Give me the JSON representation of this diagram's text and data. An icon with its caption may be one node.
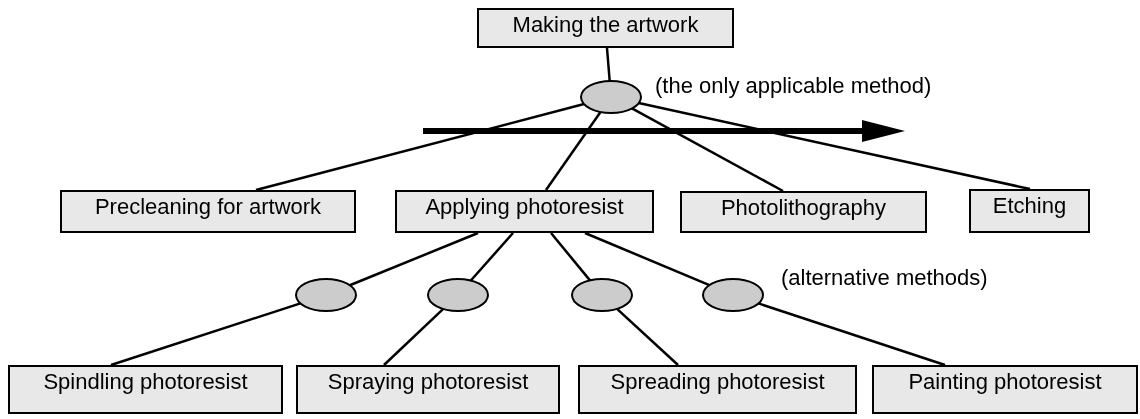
{
  "diagram": {
    "nodes": [
      {
        "text": [
          "Making the artwork"
        ]
      },
      {
        "text": [],
        "shape": "ellipse"
      },
      {
        "text": [
          "Precleaning for artwork"
        ]
      },
      {
        "text": [
          "Applying photoresist"
        ]
      },
      {
        "text": [
          "Photolithography"
        ]
      },
      {
        "text": [
          "Etching"
        ]
      },
      {
        "text": [],
        "shape": "ellipse"
      },
      {
        "text": [],
        "shape": "ellipse"
      },
      {
        "text": [],
        "shape": "ellipse"
      },
      {
        "text": [],
        "shape": "ellipse"
      },
      {
        "text": [
          "Spindling photoresist"
        ]
      },
      {
        "text": [
          "Spraying photoresist"
        ]
      },
      {
        "text": [
          "Spreading photoresist"
        ]
      },
      {
        "text": [
          "Painting photoresist"
        ]
      }
    ],
    "edges": [
      {
        "from": 0,
        "to": 1,
        "arrow": "none"
      },
      {
        "from": 1,
        "to": 2,
        "arrow": "none"
      },
      {
        "from": 1,
        "to": 3,
        "arrow": "none"
      },
      {
        "from": 1,
        "to": 4,
        "arrow": "none"
      },
      {
        "from": 1,
        "to": 5,
        "arrow": "none"
      },
      {
        "from": 3,
        "to": 6,
        "arrow": "none"
      },
      {
        "from": 3,
        "to": 7,
        "arrow": "none"
      },
      {
        "from": 3,
        "to": 8,
        "arrow": "none"
      },
      {
        "from": 3,
        "to": 9,
        "arrow": "none"
      },
      {
        "from": 6,
        "to": 10,
        "arrow": "none"
      },
      {
        "from": 7,
        "to": 11,
        "arrow": "none"
      },
      {
        "from": 8,
        "to": 12,
        "arrow": "none"
      },
      {
        "from": 9,
        "to": 13,
        "arrow": "none"
      }
    ],
    "labels": [
      "(the only applicable method)",
      "(alternative methods)"
    ]
  }
}
